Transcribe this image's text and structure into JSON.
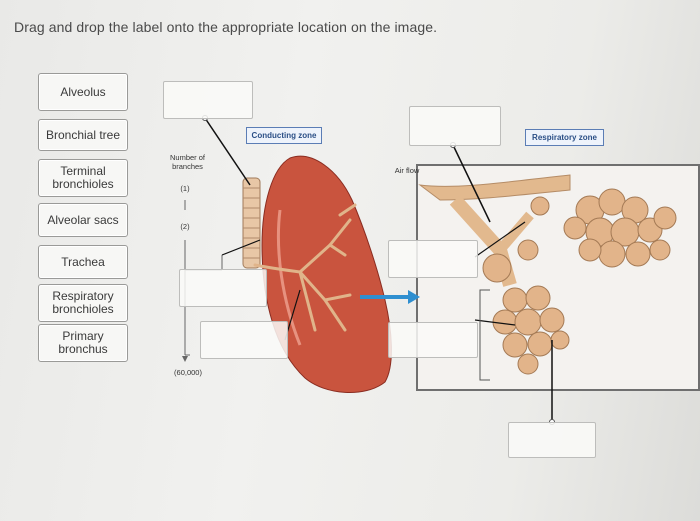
{
  "instruction": "Drag and drop the label onto the appropriate location on the image.",
  "labels": [
    "Alveolus",
    "Bronchial tree",
    "Terminal bronchioles",
    "Alveolar sacs",
    "Trachea",
    "Respiratory bronchioles",
    "Primary bronchus"
  ],
  "diagram": {
    "conducting_zone": "Conducting zone",
    "respiratory_zone": "Respiratory zone",
    "number_of_branches": "Number of branches",
    "marker_1": "(1)",
    "marker_2": "(2)",
    "marker_end": "(60,000)",
    "air_flow": "Air flow"
  },
  "colors": {
    "accent_blue": "#2f8fd0",
    "lung": "#c9543e",
    "bronchi": "#e0b48a"
  }
}
